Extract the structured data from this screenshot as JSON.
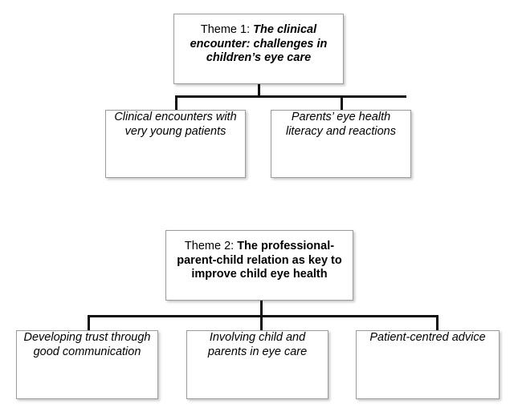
{
  "diagram": {
    "type": "hierarchy-tree",
    "orientation": "top-down",
    "background_color": "#ffffff",
    "box_border_color": "#9b9b9b",
    "connector_color": "#101010",
    "branches": [
      {
        "theme": {
          "label_prefix": "Theme 1:",
          "title": "The clinical encounter: challenges in children’s eye care",
          "title_style": "bold-italic"
        },
        "children": [
          {
            "text": "Clinical encounters with very young patients"
          },
          {
            "text": "Parents’ eye health literacy and reactions"
          }
        ]
      },
      {
        "theme": {
          "label_prefix": "Theme 2:",
          "title": "The professional-parent-child relation as key to improve child eye health",
          "title_style": "bold"
        },
        "children": [
          {
            "text": "Developing trust through good communication"
          },
          {
            "text": "Involving child and parents in eye care"
          },
          {
            "text": "Patient-centred advice"
          }
        ]
      }
    ]
  }
}
